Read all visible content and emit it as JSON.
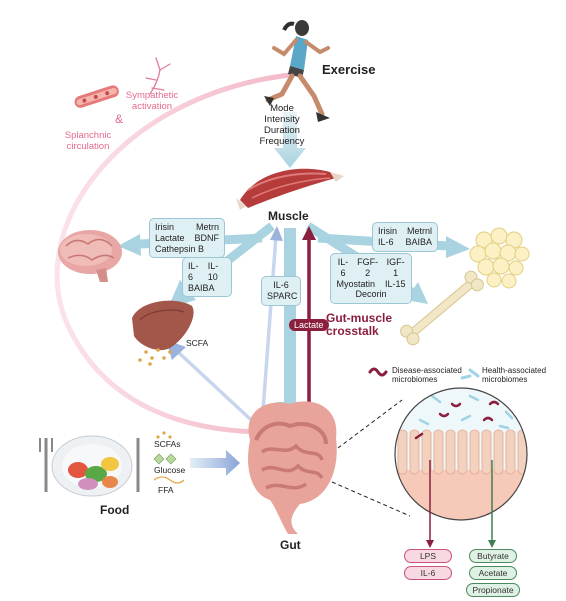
{
  "exercise": {
    "label": "Exercise",
    "parameters": [
      "Mode",
      "Intensity",
      "Duration",
      "Frequency"
    ]
  },
  "nervous": {
    "sympathetic": [
      "Sympathetic",
      "activation"
    ],
    "ampersand": "&",
    "splanchnic": [
      "Splanchnic",
      "circulation"
    ]
  },
  "muscle": {
    "label": "Muscle"
  },
  "myokines": {
    "brain": {
      "rows": [
        [
          "Irisin",
          "Metrn"
        ],
        [
          "Lactate",
          "BDNF"
        ],
        [
          "Cathepsin B"
        ]
      ]
    },
    "adipose": {
      "rows": [
        [
          "Irisin",
          "Metrnl"
        ],
        [
          "IL-6",
          "BAIBA"
        ]
      ]
    },
    "liver": {
      "rows": [
        [
          "IL-6",
          "IL-10"
        ],
        [
          "BAIBA"
        ]
      ]
    },
    "gut": {
      "rows": [
        [
          "IL-6"
        ],
        [
          "SPARC"
        ]
      ]
    },
    "bone": {
      "rows": [
        [
          "IL-6",
          "FGF-2",
          "IGF-1"
        ],
        [
          "Myostatin",
          "IL-15"
        ],
        [
          "Decorin"
        ]
      ]
    }
  },
  "liver_scfa": "SCFA",
  "lactate_tag": "Lactate",
  "crosstalk": [
    "Gut-muscle",
    "crosstalk"
  ],
  "food": {
    "label": "Food",
    "nutrients": [
      "SCFAs",
      "Glucose",
      "FFA"
    ]
  },
  "gut": {
    "label": "Gut"
  },
  "microbiome_legend": {
    "disease": [
      "Disease-associated",
      "microbiomes"
    ],
    "health": [
      "Health-associated",
      "microbiomes"
    ]
  },
  "outputs": {
    "disease": [
      "LPS",
      "IL-6"
    ],
    "health": [
      "Butyrate",
      "Acetate",
      "Propionate"
    ]
  },
  "colors": {
    "muscle_arrow": "#a9d3e0",
    "feedback_arrow": "#9ab3dd",
    "lactate_arrow": "#8b1f3e",
    "neural_arc": "#f5c9d4",
    "disease_accent": "#c8527a",
    "health_accent": "#4d8a5f",
    "box_fill": "#dff0f4"
  }
}
